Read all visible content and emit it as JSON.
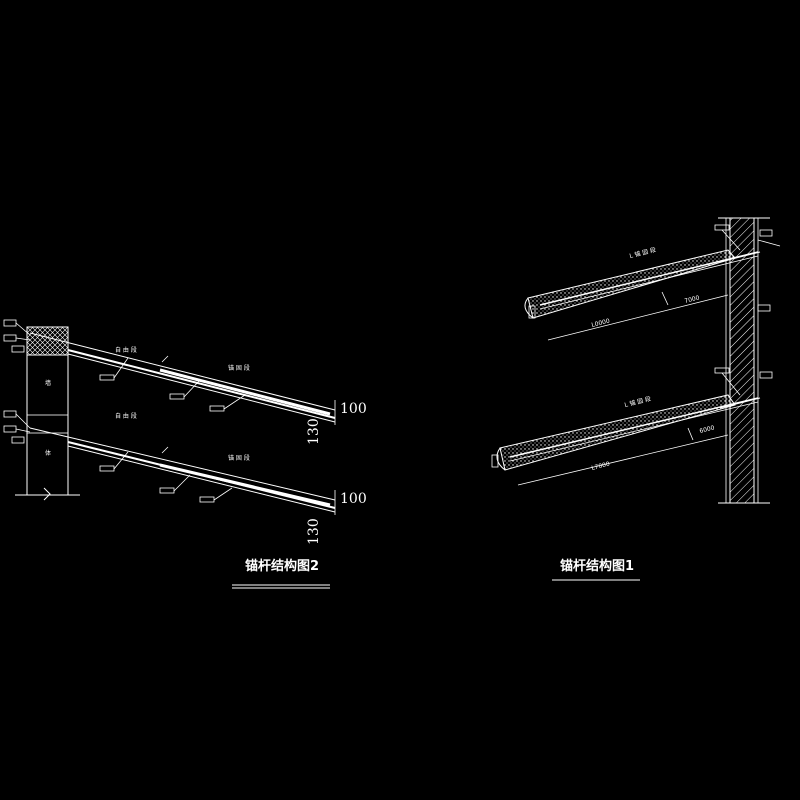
{
  "drawing": {
    "left": {
      "title": "锚杆结构图2",
      "top": {
        "label_free": "自 由 段",
        "label_anchor": "锚 固 段",
        "dim_100": "100",
        "dim_130": "130"
      },
      "bottom": {
        "label_free": "自 由 段",
        "label_anchor": "锚 固 段",
        "dim_100": "100",
        "dim_130": "130"
      },
      "wall_label_1": "墙",
      "wall_label_2": "体"
    },
    "right": {
      "title": "锚杆结构图1",
      "upper": {
        "dim_total": "L0000",
        "dim_part": "7000",
        "label_grout": "L 锚 固 段"
      },
      "lower": {
        "dim_total": "L7000",
        "dim_part": "6000",
        "label_grout": "L 锚 固 段"
      }
    }
  },
  "colors": {
    "background": "#000000",
    "lines": "#ffffff"
  }
}
